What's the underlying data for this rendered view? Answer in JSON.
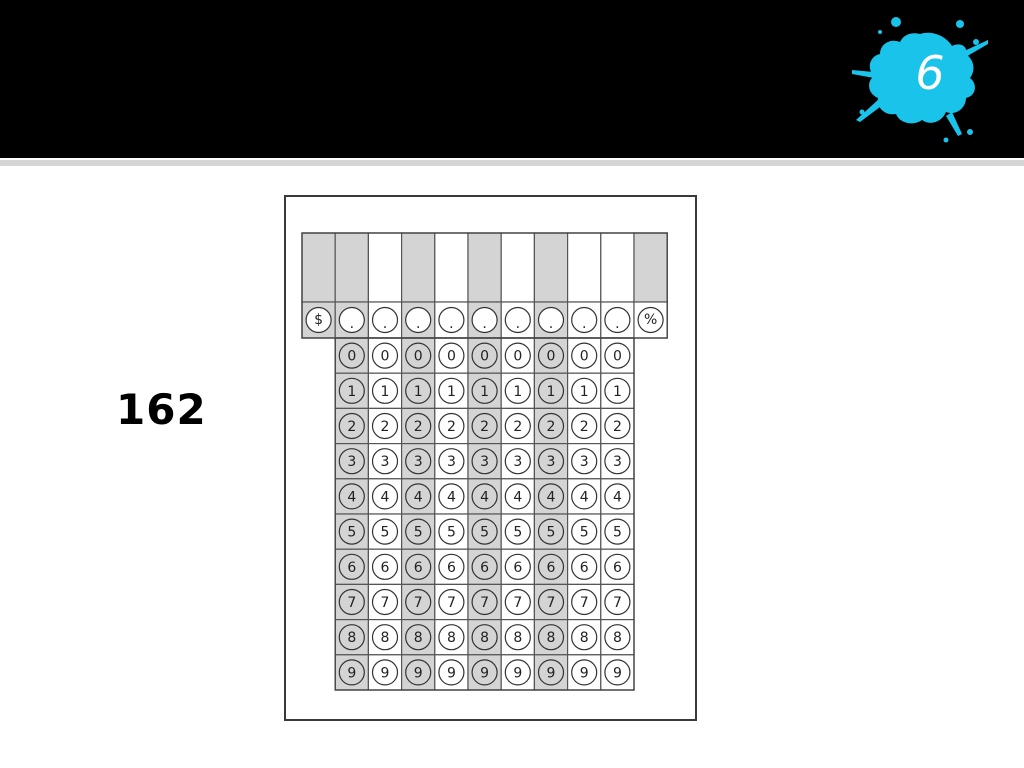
{
  "slide": {
    "badge_number": "6",
    "answer_text": "162"
  },
  "grid": {
    "dollar_symbol": "$",
    "percent_symbol": "%",
    "decimal_symbol": ".",
    "digit_columns": 9,
    "shaded_columns": [
      1,
      3,
      5,
      7
    ],
    "digits": [
      "0",
      "1",
      "2",
      "3",
      "4",
      "5",
      "6",
      "7",
      "8",
      "9"
    ]
  },
  "colors": {
    "header_band": "#000000",
    "accent_splat": "#19c3ea",
    "shaded_cell": "#d4d4d4",
    "grid_line": "#555555"
  }
}
